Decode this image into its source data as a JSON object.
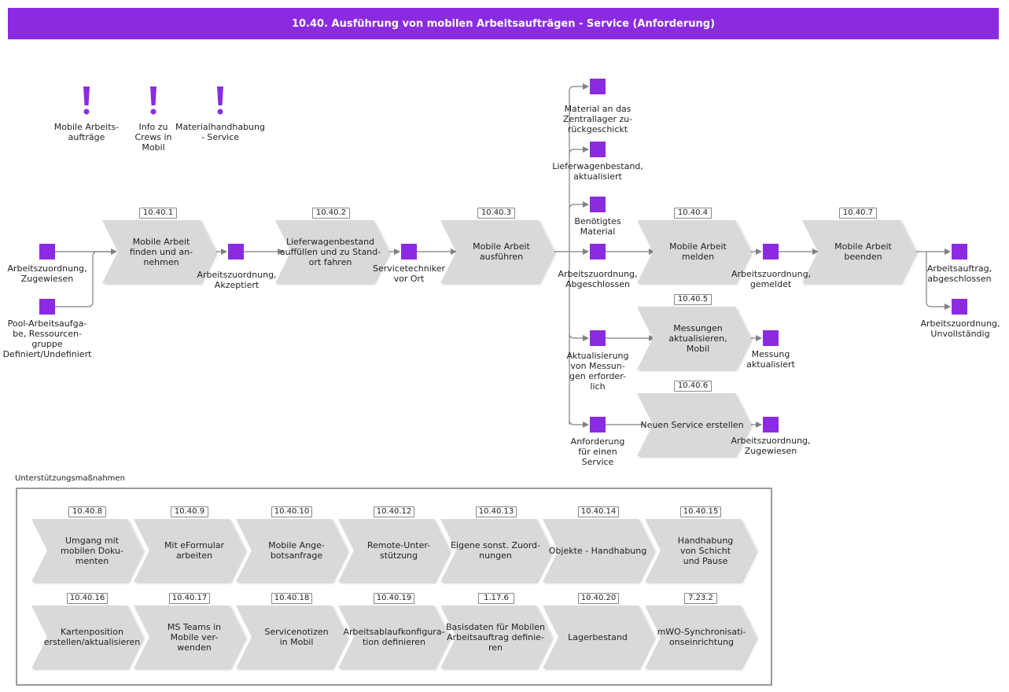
{
  "title": "10.40. Ausführung von mobilen Arbeitsaufträgen - Service (Anforderung)",
  "colors": {
    "header": "#8a2be2",
    "event": "#8a2be2",
    "process": "#d9d9d9",
    "line": "#808080"
  },
  "triggers": [
    {
      "label": "Mobile Arbeits-\naufträge"
    },
    {
      "label": "Info zu\nCrews in\nMobil"
    },
    {
      "label": "Materialhandhabung\n- Service"
    }
  ],
  "processes": [
    {
      "id": "10.40.1",
      "label": "Mobile Arbeit\nfinden und an-\nnehmen"
    },
    {
      "id": "10.40.2",
      "label": "Lieferwagenbestand\nauffüllen und zu Stand-\nort fahren"
    },
    {
      "id": "10.40.3",
      "label": "Mobile Arbeit\nausführen"
    },
    {
      "id": "10.40.4",
      "label": "Mobile Arbeit\nmelden"
    },
    {
      "id": "10.40.5",
      "label": "Messungen\naktualisieren,\nMobil"
    },
    {
      "id": "10.40.6",
      "label": "Neuen Service erstellen"
    },
    {
      "id": "10.40.7",
      "label": "Mobile Arbeit\nbeenden"
    }
  ],
  "events": [
    {
      "label": "Arbeitszuordnung,\nZugewiesen"
    },
    {
      "label": "Pool-Arbeitsaufga-\nbe, Ressourcen-\ngruppe\nDefiniert/Undefiniert"
    },
    {
      "label": "Arbeitszuordnung,\nAkzeptiert"
    },
    {
      "label": "Servicetechniker\nvor Ort"
    },
    {
      "label": "Material an das\nZentrallager zu-\nrückgeschickt"
    },
    {
      "label": "Lieferwagenbestand,\naktualisiert"
    },
    {
      "label": "Benötigtes\nMaterial"
    },
    {
      "label": "Arbeitszuordnung,\nAbgeschlossen"
    },
    {
      "label": "Aktualisierung\nvon Messun-\ngen erforder-\nlich"
    },
    {
      "label": "Anforderung\nfür einen\nService"
    },
    {
      "label": "Arbeitszuordnung,\ngemeldet"
    },
    {
      "label": "Messung\naktualisiert"
    },
    {
      "label": "Arbeitszuordnung,\nZugewiesen"
    },
    {
      "label": "Arbeitsauftrag,\nabgeschlossen"
    },
    {
      "label": "Arbeitszuordnung,\nUnvollständig"
    }
  ],
  "support": {
    "title": "Unterstützungsmaßnahmen",
    "items": [
      {
        "id": "10.40.8",
        "label": "Umgang mit\nmobilen Doku-\nmenten"
      },
      {
        "id": "10.40.9",
        "label": "Mit eFormular\narbeiten"
      },
      {
        "id": "10.40.10",
        "label": "Mobile Ange-\nbotsanfrage"
      },
      {
        "id": "10.40.12",
        "label": "Remote-Unter-\nstützung"
      },
      {
        "id": "10.40.13",
        "label": "Eigene sonst. Zuord-\nnungen"
      },
      {
        "id": "10.40.14",
        "label": "Objekte - Handhabung"
      },
      {
        "id": "10.40.15",
        "label": "Handhabung\nvon Schicht\nund Pause"
      },
      {
        "id": "10.40.16",
        "label": "Kartenposition\nerstellen/aktualisieren"
      },
      {
        "id": "10.40.17",
        "label": "MS Teams in\nMobile ver-\nwenden"
      },
      {
        "id": "10.40.18",
        "label": "Servicenotizen\nin Mobil"
      },
      {
        "id": "10.40.19",
        "label": "Arbeitsablaufkonfigura-\ntion definieren"
      },
      {
        "id": "1.17.6",
        "label": "Basisdaten für Mobilen\nArbeitsauftrag definie-\nren"
      },
      {
        "id": "10.40.20",
        "label": "Lagerbestand"
      },
      {
        "id": "7.23.2",
        "label": "mWO-Synchronisati-\nonseinrichtung"
      }
    ]
  }
}
